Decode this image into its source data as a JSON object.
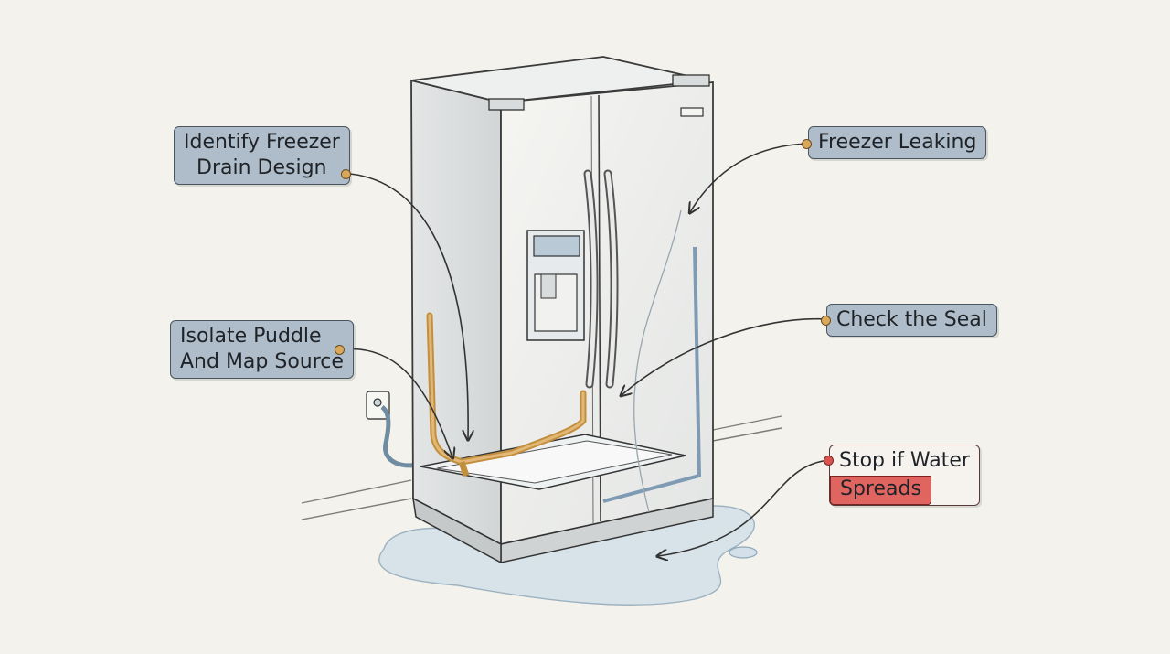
{
  "labels": {
    "identify": [
      "Identify Freezer",
      "Drain Design"
    ],
    "isolate": [
      "Isolate Puddle",
      "And Map Source"
    ],
    "freezer_leaking": "Freezer Leaking",
    "check_seal": "Check the Seal",
    "stop_line1": "Stop if Water",
    "stop_line2": "Spreads"
  },
  "colors": {
    "label_fill": "#aebdc9",
    "accent_warning": "#e0645f",
    "drain_tube": "#d7a45a",
    "water": "#c9d8e3",
    "seal": "#7f9bb4"
  }
}
